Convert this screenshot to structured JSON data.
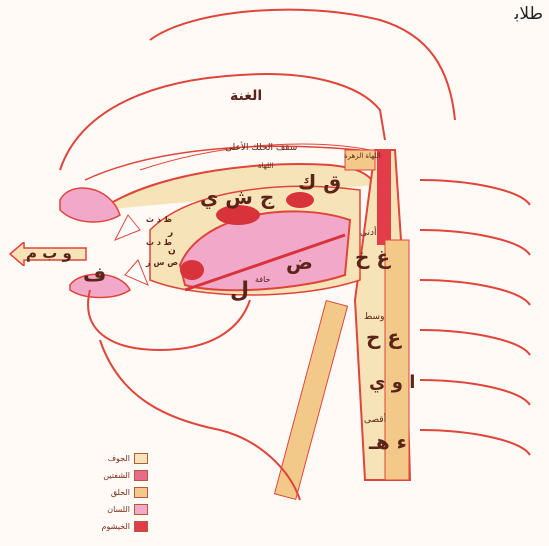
{
  "corner_mark": "ﻃﻼﺑ",
  "labels": {
    "ghunna": "الغنة",
    "soft_palate": "سقف الحلك الأعلى",
    "lahat": "اللهاة",
    "upper_throat_box": "اللهاة الزهرة",
    "adna": "أدنى",
    "wast": "وسط",
    "aqsa": "أقصى",
    "hafa": "حافة"
  },
  "letters": {
    "lips_group": "و ب م",
    "fa": "ف",
    "jsy": "ج ش ي",
    "qk": "ق ك",
    "ghkh": "غ خ",
    "ayn_ha": "ع ح",
    "aw_y": "ا و ي",
    "hamza_ha": "ء هـ",
    "dad": "ض",
    "lam": "ل",
    "teeth_group_1": "ظ ذ ث",
    "teeth_group_2": "ط د ت",
    "teeth_group_3": "ص س ز",
    "ra": "ر",
    "nun": "ن"
  },
  "legend": [
    {
      "label": "الجوف",
      "color": "#f7e3b8"
    },
    {
      "label": "الشفتين",
      "color": "#e86b8b"
    },
    {
      "label": "الحلق",
      "color": "#f3c98a"
    },
    {
      "label": "اللسان",
      "color": "#f2a9c9"
    },
    {
      "label": "الخيشوم",
      "color": "#e23b4a"
    }
  ],
  "colors": {
    "outline": "#e0453a",
    "jawf": "#f7e3b8",
    "tongue": "#f2a9c9",
    "dark_red": "#d8323b"
  }
}
